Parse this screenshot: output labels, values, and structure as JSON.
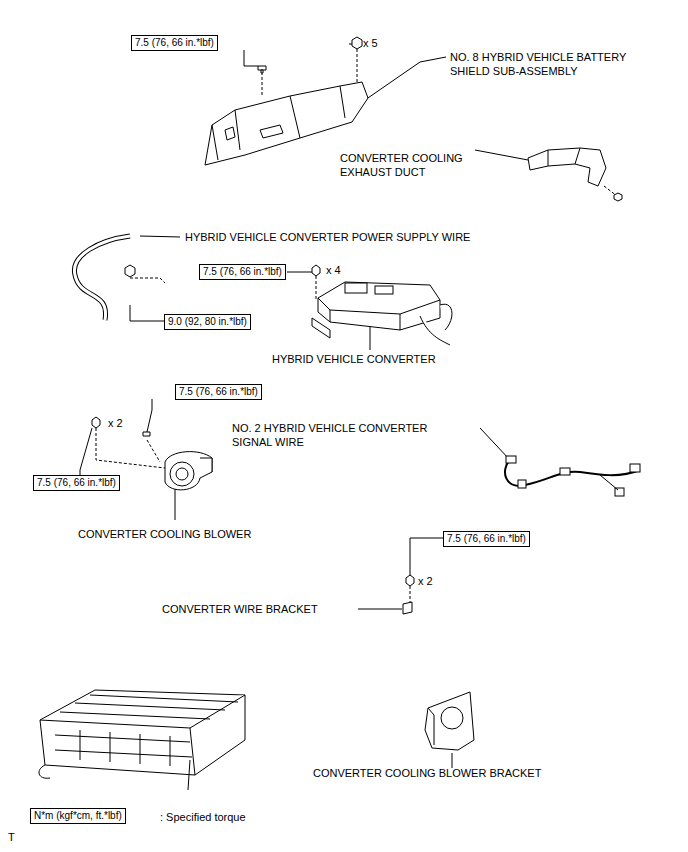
{
  "diagram": {
    "nodes": [
      {
        "text": [
          "7.5 (76, 66 in.*lbf)"
        ]
      },
      {
        "text": [
          "7.5 (76, 66 in.*lbf)"
        ]
      },
      {
        "text": [
          "9.0 (92, 80 in.*lbf)"
        ]
      },
      {
        "text": [
          "7.5 (76, 66 in.*lbf)"
        ]
      },
      {
        "text": [
          "7.5 (76, 66 in.*lbf)"
        ]
      },
      {
        "text": [
          "7.5 (76, 66 in.*lbf)"
        ]
      },
      {
        "text": [
          "N*m (kgf*cm, ft.*lbf)"
        ]
      }
    ],
    "labels": [
      "x 5",
      "NO. 8 HYBRID VEHICLE BATTERY SHIELD SUB-ASSEMBLY",
      "CONVERTER COOLING EXHAUST DUCT",
      "HYBRID VEHICLE CONVERTER POWER SUPPLY WIRE",
      "x 4",
      "HYBRID VEHICLE CONVERTER",
      "x 2",
      "NO. 2 HYBRID VEHICLE CONVERTER SIGNAL WIRE",
      "CONVERTER COOLING BLOWER",
      "x 2",
      "CONVERTER WIRE BRACKET",
      "CONVERTER COOLING BLOWER BRACKET",
      ": Specified torque",
      "T"
    ]
  }
}
